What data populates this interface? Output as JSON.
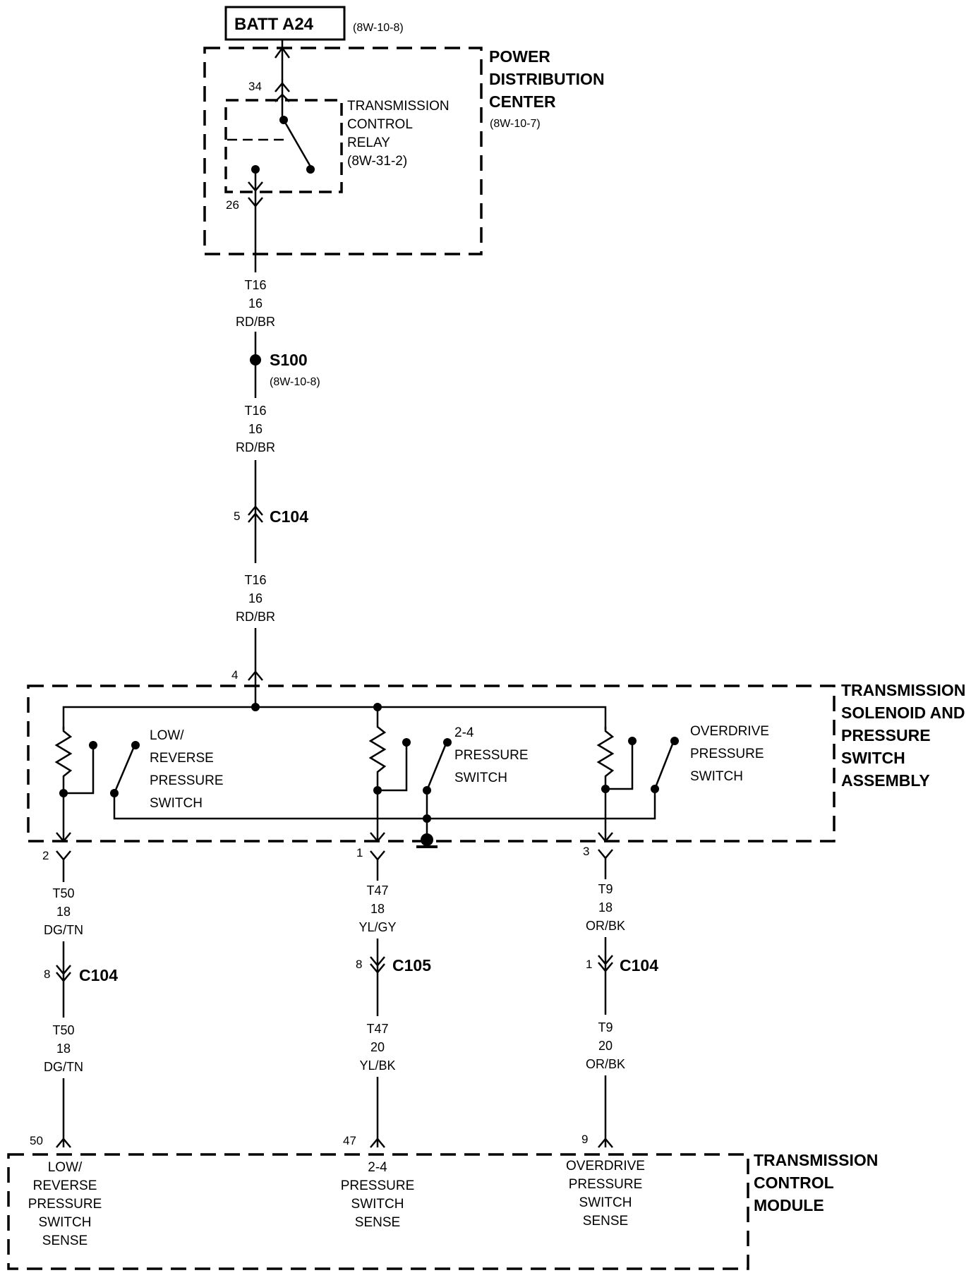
{
  "batt": {
    "label": "BATT A24",
    "ref": "(8W-10-8)"
  },
  "pdc": {
    "line1": "POWER",
    "line2": "DISTRIBUTION",
    "line3": "CENTER",
    "ref": "(8W-10-7)",
    "pin_in": "34",
    "pin_out": "26"
  },
  "relay": {
    "line1": "TRANSMISSION",
    "line2": "CONTROL",
    "line3": "RELAY",
    "ref": "(8W-31-2)"
  },
  "wire_a": {
    "circuit": "T16",
    "gauge": "16",
    "color": "RD/BR"
  },
  "splice": {
    "name": "S100",
    "ref": "(8W-10-8)"
  },
  "wire_b": {
    "circuit": "T16",
    "gauge": "16",
    "color": "RD/BR"
  },
  "conn_c104_top": {
    "pin": "5",
    "name": "C104"
  },
  "wire_c": {
    "circuit": "T16",
    "gauge": "16",
    "color": "RD/BR"
  },
  "assembly": {
    "pin_in": "4",
    "line1": "TRANSMISSION",
    "line2": "SOLENOID AND",
    "line3": "PRESSURE",
    "line4": "SWITCH",
    "line5": "ASSEMBLY",
    "sw1": {
      "l1": "LOW/",
      "l2": "REVERSE",
      "l3": "PRESSURE",
      "l4": "SWITCH"
    },
    "sw2": {
      "l1": "2-4",
      "l2": "PRESSURE",
      "l3": "SWITCH"
    },
    "sw3": {
      "l1": "OVERDRIVE",
      "l2": "PRESSURE",
      "l3": "SWITCH"
    }
  },
  "branches": [
    {
      "pin": "2",
      "w1": {
        "circuit": "T50",
        "gauge": "18",
        "color": "DG/TN"
      },
      "conn_pin": "8",
      "conn": "C104",
      "w2": {
        "circuit": "T50",
        "gauge": "18",
        "color": "DG/TN"
      },
      "tcm_pin": "50",
      "sense": [
        "LOW/",
        "REVERSE",
        "PRESSURE",
        "SWITCH",
        "SENSE"
      ]
    },
    {
      "pin": "1",
      "w1": {
        "circuit": "T47",
        "gauge": "18",
        "color": "YL/GY"
      },
      "conn_pin": "8",
      "conn": "C105",
      "w2": {
        "circuit": "T47",
        "gauge": "20",
        "color": "YL/BK"
      },
      "tcm_pin": "47",
      "sense": [
        "2-4",
        "PRESSURE",
        "SWITCH",
        "SENSE"
      ]
    },
    {
      "pin": "3",
      "w1": {
        "circuit": "T9",
        "gauge": "18",
        "color": "OR/BK"
      },
      "conn_pin": "1",
      "conn": "C104",
      "w2": {
        "circuit": "T9",
        "gauge": "20",
        "color": "OR/BK"
      },
      "tcm_pin": "9",
      "sense": [
        "OVERDRIVE",
        "PRESSURE",
        "SWITCH",
        "SENSE"
      ]
    }
  ],
  "tcm": {
    "line1": "TRANSMISSION",
    "line2": "CONTROL",
    "line3": "MODULE"
  }
}
